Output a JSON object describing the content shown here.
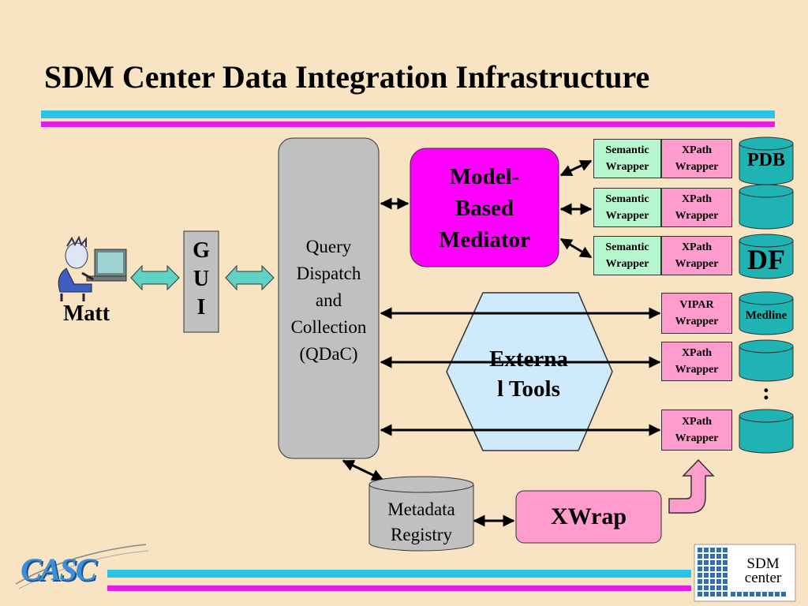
{
  "title": "SDM Center Data Integration Infrastructure",
  "user_label": "Matt",
  "gui": {
    "line1": "G",
    "line2": "U",
    "line3": "I"
  },
  "qdac": {
    "line1": "Query",
    "line2": "Dispatch",
    "line3": "and",
    "line4": "Collection",
    "line5": "(QDaC)"
  },
  "mediator": {
    "line1": "Model-",
    "line2": "Based",
    "line3": "Mediator"
  },
  "external_tools": {
    "line1": "Externa",
    "line2": "l Tools"
  },
  "wrappers": {
    "semantic": "Semantic Wrapper",
    "xpath": "XPath Wrapper",
    "vipar": "VIPAR Wrapper"
  },
  "databases": {
    "pdb": "PDB",
    "df": "DF",
    "medline": "Medline",
    "ellipsis": ":"
  },
  "metadata": {
    "line1": "Metadata",
    "line2": "Registry"
  },
  "xwrap": "XWrap",
  "logos": {
    "casc": "CASC",
    "sdm_line1": "SDM",
    "sdm_line2": "center"
  },
  "colors": {
    "background": "#f8e3c3",
    "cyan_bar": "#29c3e6",
    "magenta_bar": "#e11ee1",
    "mediator": "#ff00ff",
    "semantic": "#b6f6cf",
    "xpath": "#fd9ccd",
    "database": "#1fb3b3",
    "hexagon": "#cfe9fd",
    "qdac": "#c0c0c0"
  }
}
